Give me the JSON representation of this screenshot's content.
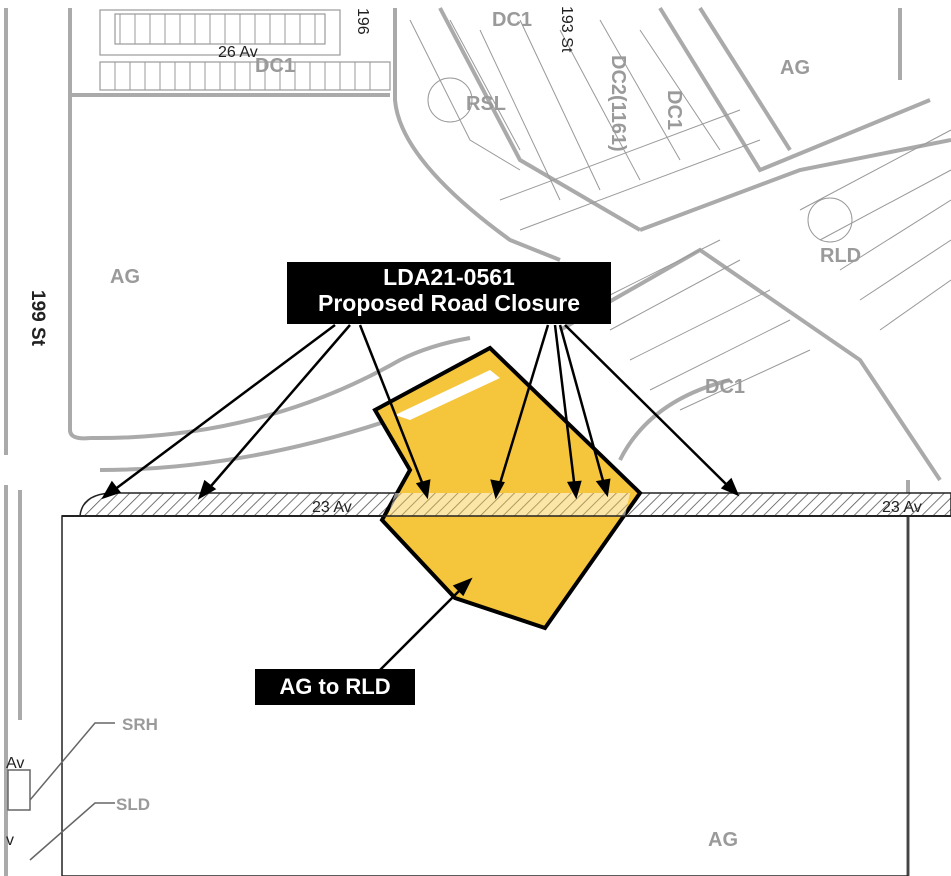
{
  "callouts": {
    "closure_line1": "LDA21-0561",
    "closure_line2": "Proposed Road Closure",
    "rezoning": "AG to RLD"
  },
  "zones": {
    "ag_top_right": "AG",
    "ag_left": "AG",
    "ag_bottom": "AG",
    "dc1_top": "DC1",
    "dc1_top2": "DC1",
    "dc1_vertical": "DC1",
    "dc2_vertical": "DC2(1161)",
    "dc1_mid": "DC1",
    "rsl": "RSL",
    "rld": "RLD",
    "srh": "SRH",
    "sld": "SLD"
  },
  "streets": {
    "av_26": "26 Av",
    "st_199": "199 St",
    "av_23_center": "23 Av",
    "av_23_right": "23 Av",
    "st_top_a": "196",
    "st_top_b": "193 St",
    "av_left_edge_1": "Av",
    "av_left_edge_2": "v"
  },
  "colors": {
    "rezoning_fill": "#f5c53c",
    "callout_bg": "#000000",
    "zone_text": "#9a9a9a",
    "road_line": "#aaaaaa"
  }
}
